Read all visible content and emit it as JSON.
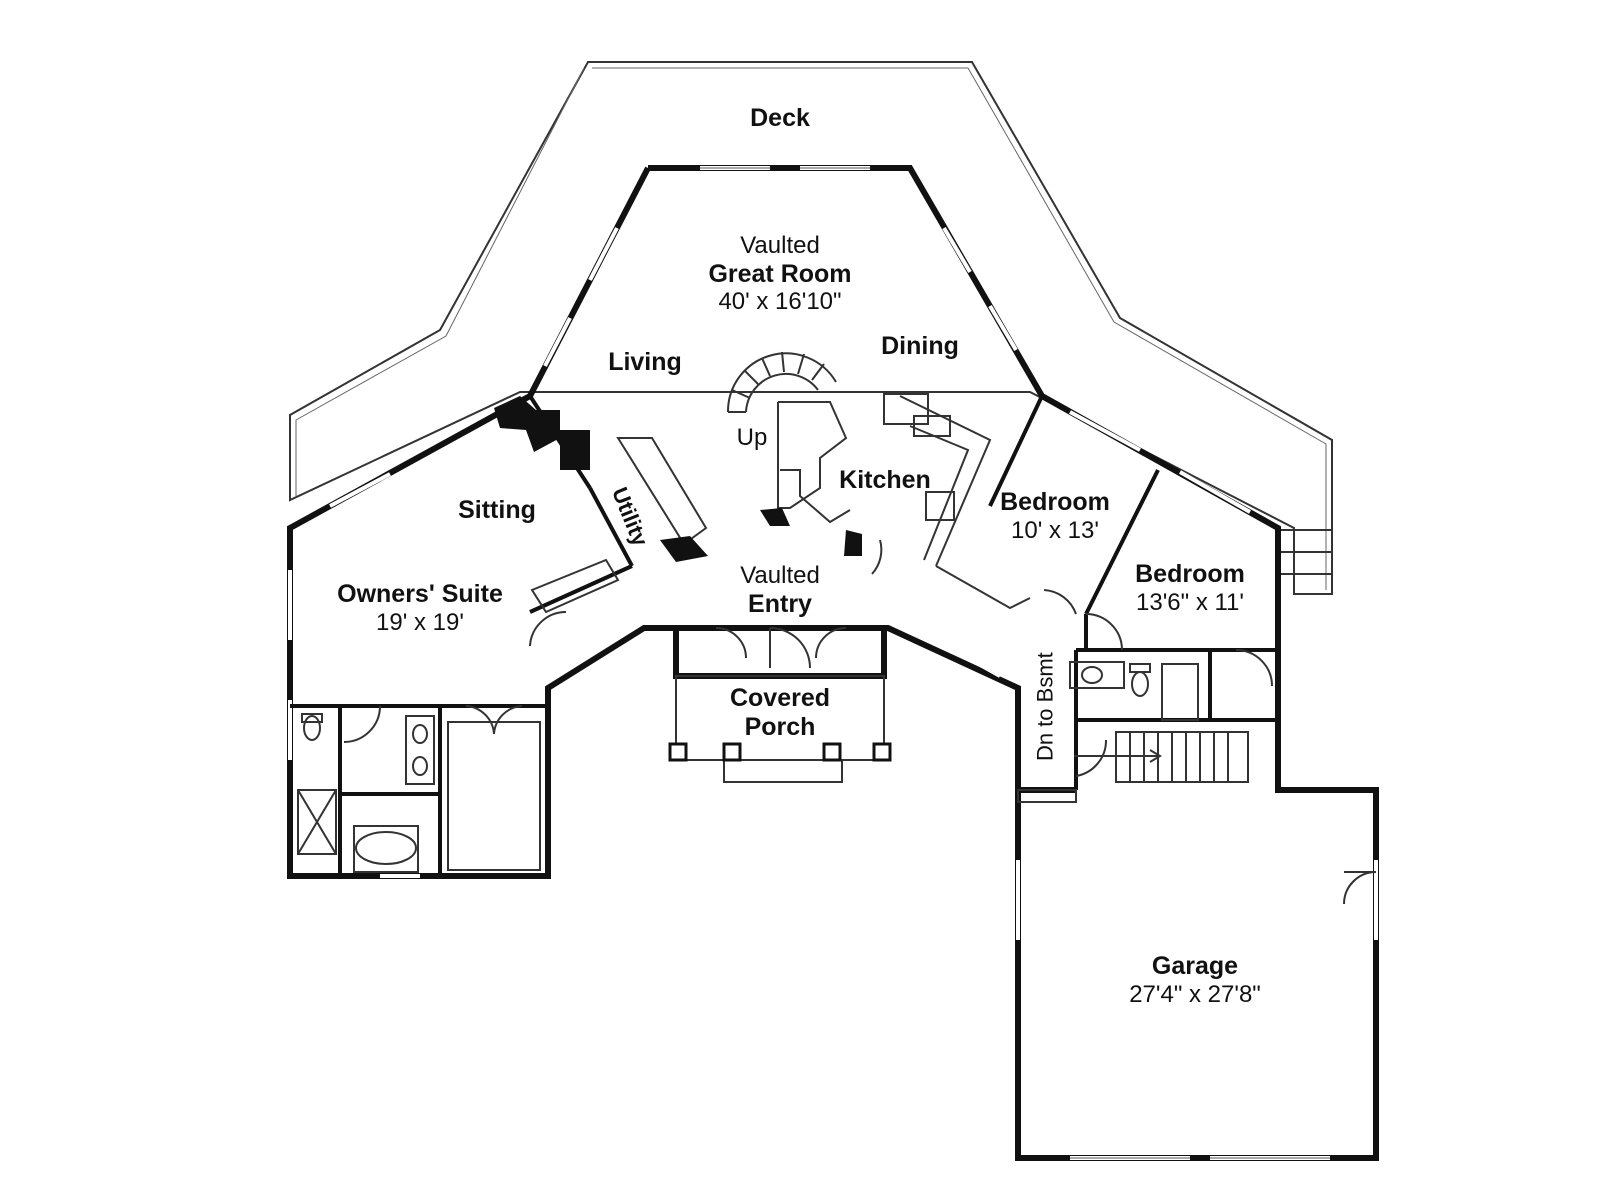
{
  "plan": {
    "deck": {
      "title": "Deck"
    },
    "great_room": {
      "prefix": "Vaulted",
      "title": "Great Room",
      "dims": "40' x 16'10\""
    },
    "living": {
      "title": "Living"
    },
    "dining": {
      "title": "Dining"
    },
    "stairs_up": {
      "text": "Up"
    },
    "kitchen": {
      "title": "Kitchen"
    },
    "sitting": {
      "title": "Sitting"
    },
    "utility": {
      "title": "Utility"
    },
    "owners_suite": {
      "title": "Owners' Suite",
      "dims": "19' x 19'"
    },
    "entry": {
      "prefix": "Vaulted",
      "title": "Entry"
    },
    "porch": {
      "line1": "Covered",
      "line2": "Porch"
    },
    "bedroom_1": {
      "title": "Bedroom",
      "dims": "10' x 13'"
    },
    "bedroom_2": {
      "title": "Bedroom",
      "dims": "13'6\" x 11'"
    },
    "stairs_down": {
      "text": "Dn to Bsmt"
    },
    "garage": {
      "title": "Garage",
      "dims": "27'4\" x 27'8\""
    }
  },
  "colors": {
    "wall": "#111111",
    "line": "#333333",
    "background": "#ffffff"
  }
}
